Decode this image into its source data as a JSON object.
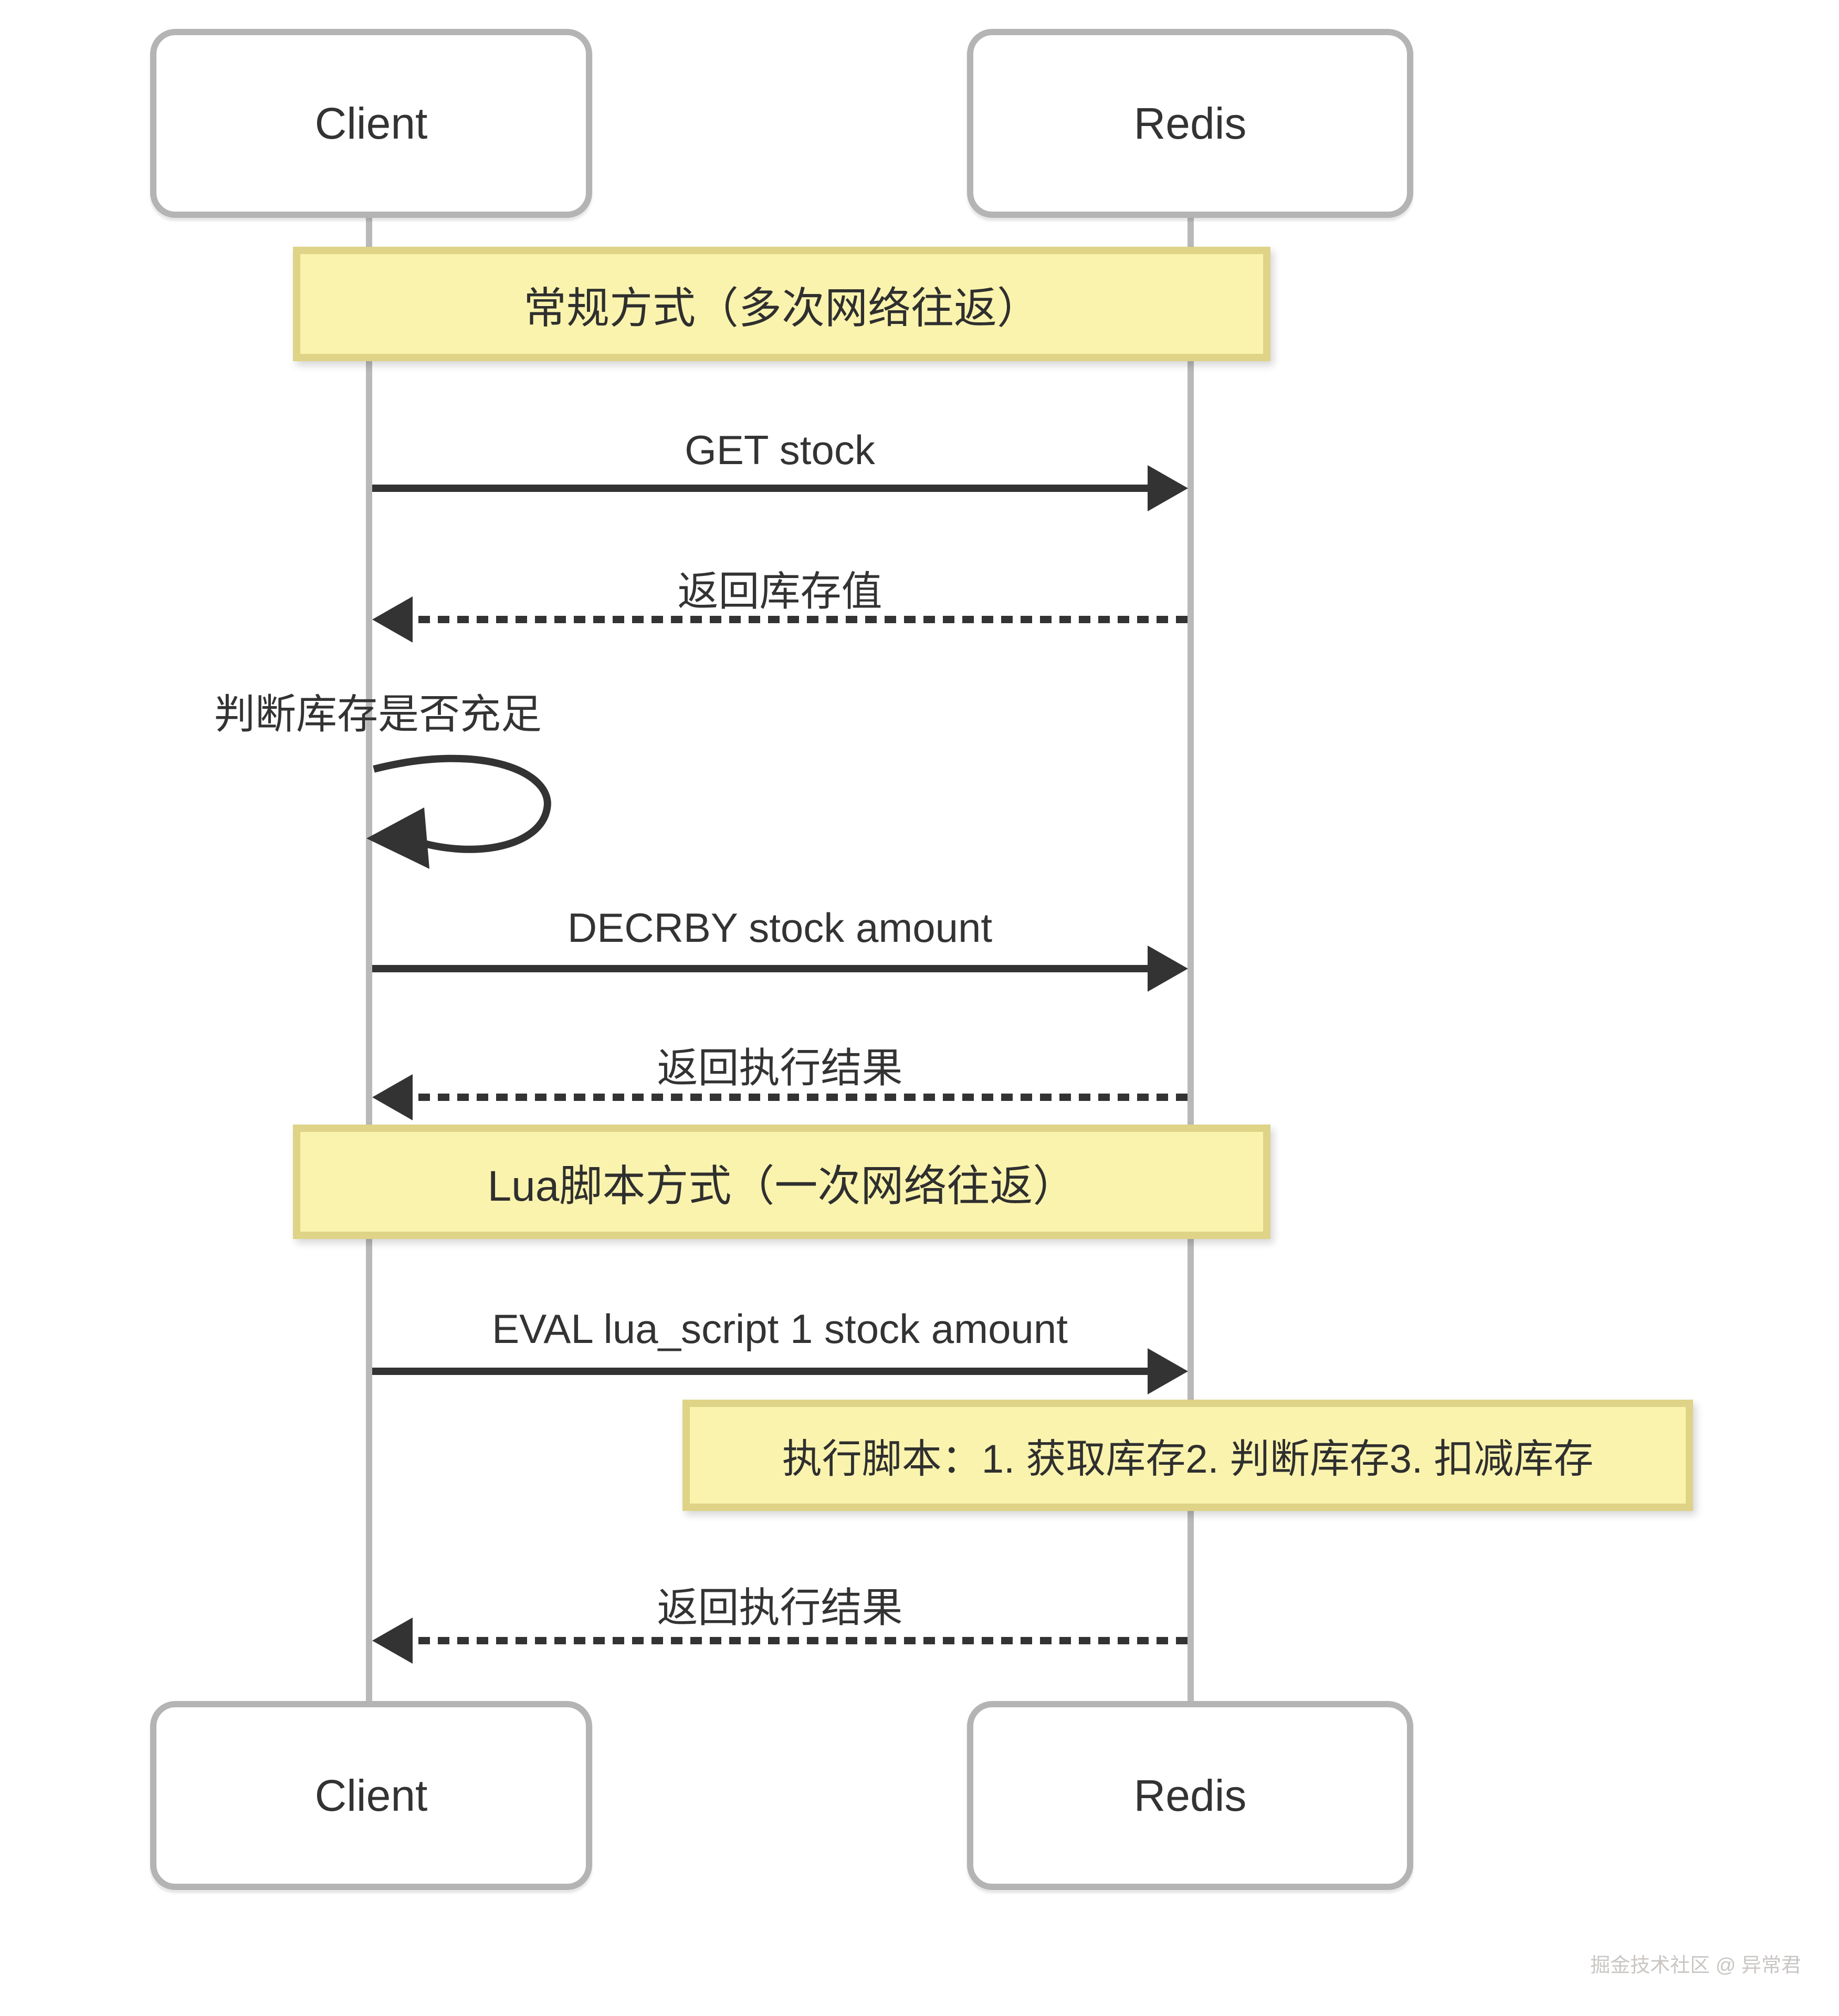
{
  "colors": {
    "bg": "#ffffff",
    "box-border": "#b4b4b4",
    "lifeline": "#b9b9b9",
    "text": "#333333",
    "arrow": "#333333",
    "banner-fill": "#faf3ad",
    "banner-border": "#ded387",
    "watermark": "#c9c6c3"
  },
  "participants": {
    "client": "Client",
    "redis": "Redis"
  },
  "banners": {
    "regular": "常规方式（多次网络往返）",
    "lua": "Lua脚本方式（一次网络往返）"
  },
  "messages": {
    "get_stock": "GET stock",
    "return_stock": "返回库存值",
    "check_stock": "判断库存是否充足",
    "decrby": "DECRBY stock amount",
    "return_result_1": "返回执行结果",
    "eval": "EVAL lua_script 1 stock amount",
    "return_result_2": "返回执行结果"
  },
  "note": {
    "execute_script": "执行脚本：1. 获取库存2. 判断库存3. 扣减库存"
  },
  "watermark": "掘金技术社区 @ 异常君"
}
